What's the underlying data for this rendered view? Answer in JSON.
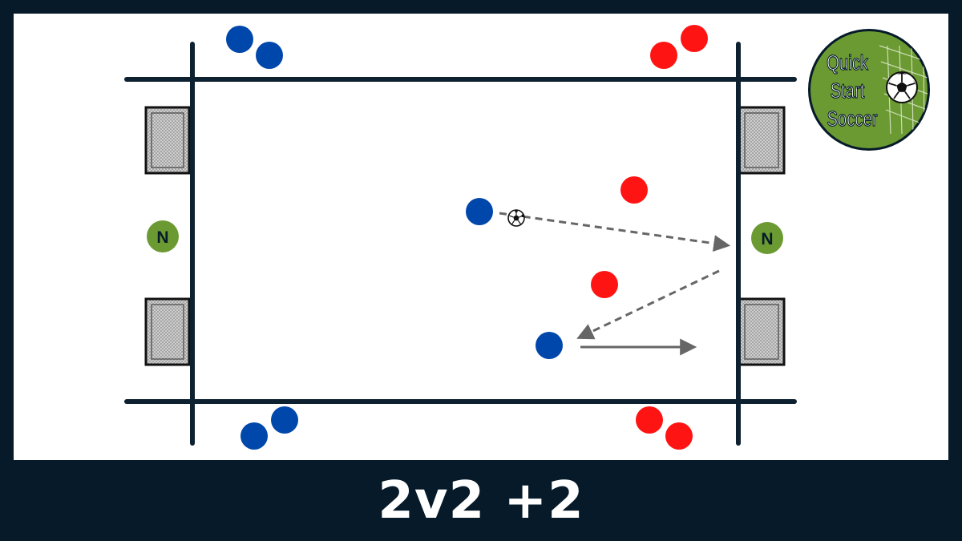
{
  "colors": {
    "background": "#061a2a",
    "field": "#ffffff",
    "lines": "#0d2131",
    "blue_team": "#0047ab",
    "red_team": "#ff1414",
    "neutral": "#6b9a32",
    "arrow": "#666666"
  },
  "title": "2v2 +2",
  "logo": {
    "line1": "Quick",
    "line2": "Start",
    "line3": "Soccer"
  },
  "neutral_label": "N",
  "players": {
    "blue_on_field": 2,
    "red_on_field": 2,
    "neutrals": 2,
    "blue_waiting": 4,
    "red_waiting": 4
  },
  "icons": {
    "ball": "soccer-ball-icon",
    "goal": "goal-net-icon",
    "pass": "dashed-arrow",
    "run": "solid-arrow"
  }
}
